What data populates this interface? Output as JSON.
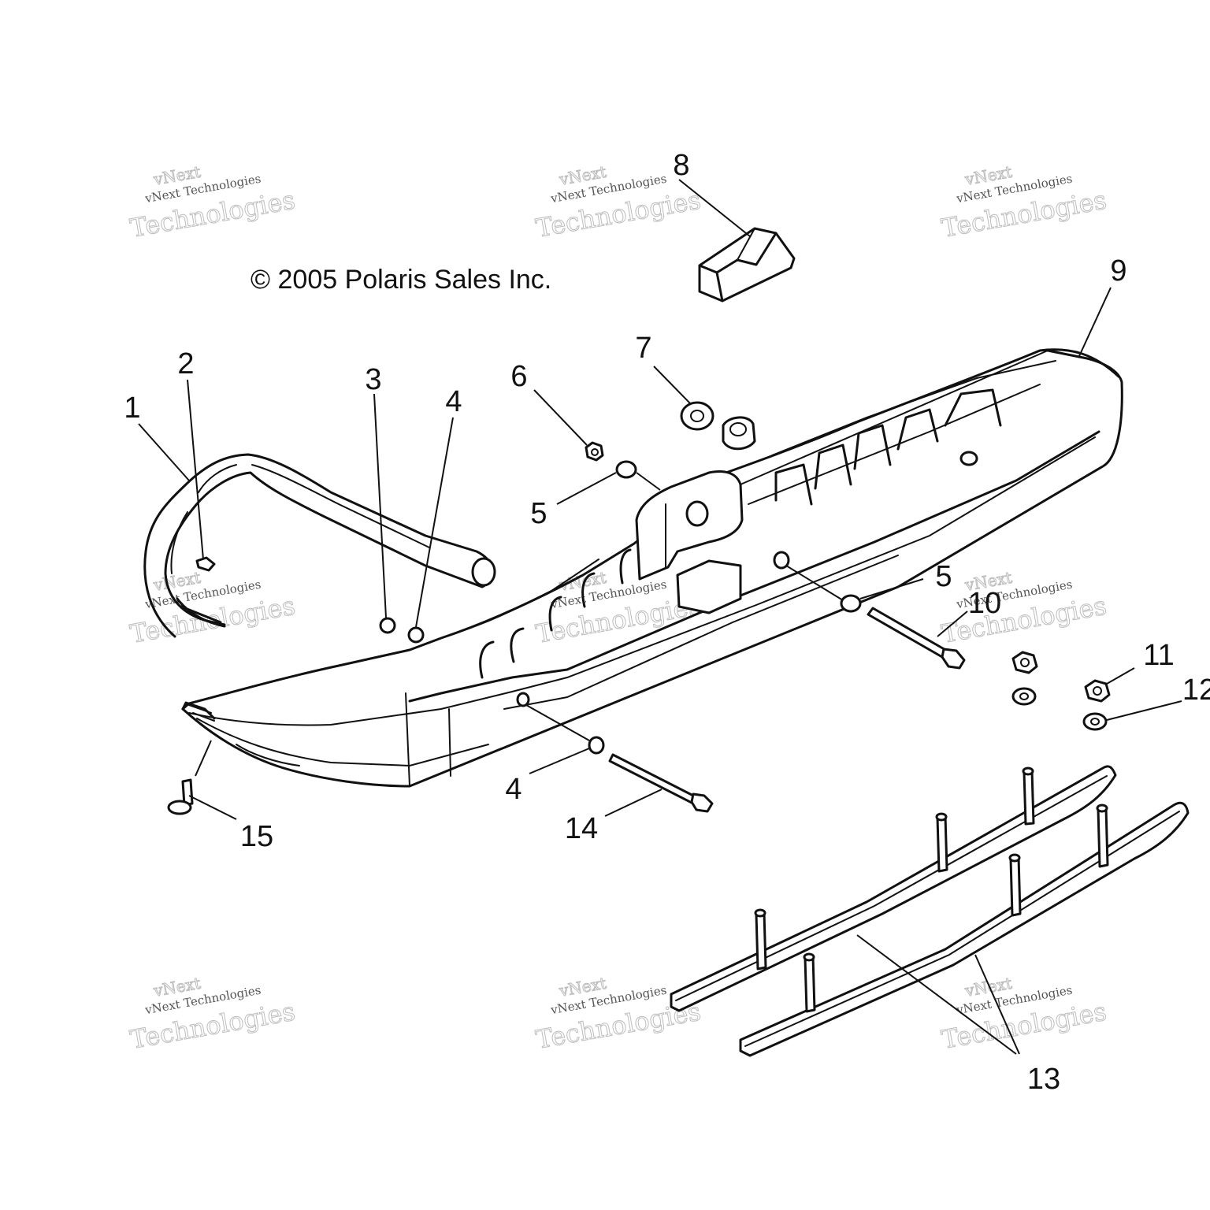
{
  "copyright": "© 2005 Polaris Sales Inc.",
  "watermark": {
    "line1": "vNext",
    "line2": "vNext Technologies",
    "line3": "Technologies"
  },
  "callouts": [
    "1",
    "2",
    "3",
    "4",
    "5",
    "6",
    "7",
    "8",
    "9",
    "5",
    "10",
    "11",
    "12",
    "4",
    "14",
    "15",
    "13"
  ]
}
